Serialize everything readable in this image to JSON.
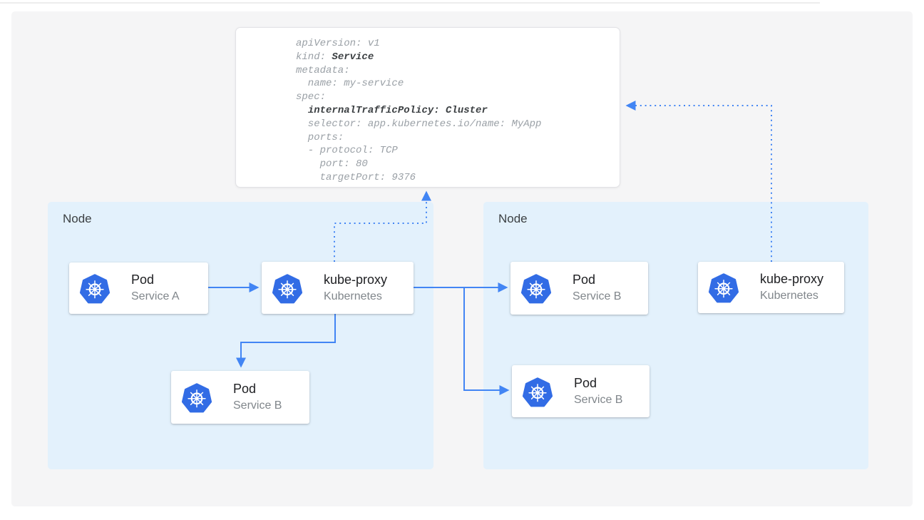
{
  "diagram": {
    "yaml_card": {
      "lines": [
        [
          {
            "text": "apiVersion: v1",
            "bold": false
          }
        ],
        [
          {
            "text": "kind: ",
            "bold": false
          },
          {
            "text": "Service",
            "bold": true
          }
        ],
        [
          {
            "text": "metadata:",
            "bold": false
          }
        ],
        [
          {
            "text": "  name: my-service",
            "bold": false
          }
        ],
        [
          {
            "text": "spec:",
            "bold": false
          }
        ],
        [
          {
            "text": "  ",
            "bold": false
          },
          {
            "text": "internalTrafficPolicy: Cluster",
            "bold": true
          }
        ],
        [
          {
            "text": "  selector: app.kubernetes.io/name: MyApp",
            "bold": false
          }
        ],
        [
          {
            "text": "  ports:",
            "bold": false
          }
        ],
        [
          {
            "text": "  - protocol: TCP",
            "bold": false
          }
        ],
        [
          {
            "text": "    port: 80",
            "bold": false
          }
        ],
        [
          {
            "text": "    targetPort: 9376",
            "bold": false
          }
        ]
      ]
    },
    "nodes": [
      {
        "label": "Node"
      },
      {
        "label": "Node"
      }
    ],
    "cards": [
      {
        "title": "Pod",
        "subtitle": "Service A",
        "icon": "kubernetes-logo"
      },
      {
        "title": "kube-proxy",
        "subtitle": "Kubernetes",
        "icon": "kubernetes-logo"
      },
      {
        "title": "Pod",
        "subtitle": "Service B",
        "icon": "kubernetes-logo"
      },
      {
        "title": "Pod",
        "subtitle": "Service B",
        "icon": "kubernetes-logo"
      },
      {
        "title": "Pod",
        "subtitle": "Service B",
        "icon": "kubernetes-logo"
      },
      {
        "title": "kube-proxy",
        "subtitle": "Kubernetes",
        "icon": "kubernetes-logo"
      }
    ],
    "colors": {
      "arrow_blue": "#4285f4",
      "logo_blue": "#326ce5",
      "node_bg": "#e3f1fc",
      "panel_bg": "#f5f5f6",
      "title_text": "#202124",
      "subtitle_text": "#80868b",
      "node_label_text": "#3c4043",
      "code_gray": "#9aa0a6",
      "code_bold": "#3c4043"
    }
  }
}
